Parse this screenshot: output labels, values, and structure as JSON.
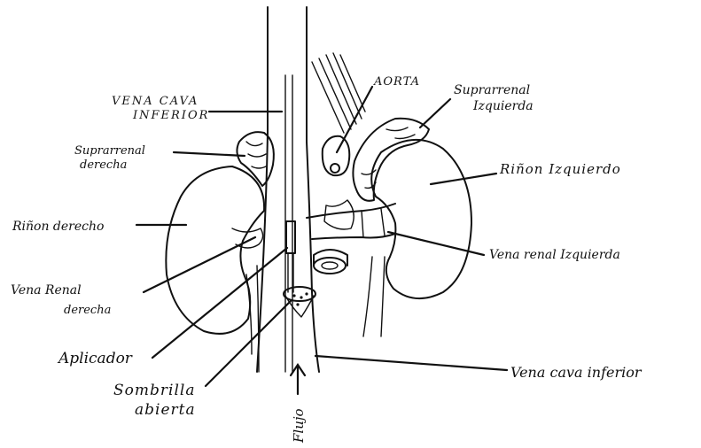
{
  "labels": {
    "vena_cava_inferior_top_line1": "VENA CAVA",
    "vena_cava_inferior_top_line2": "INFERIOR",
    "aorta": "AORTA",
    "suprarrenal_izquierda_line1": "Suprarrenal",
    "suprarrenal_izquierda_line2": "Izquierda",
    "suprarrenal_derecha_line1": "Suprarrenal",
    "suprarrenal_derecha_line2": "derecha",
    "rinon_izquierdo": "Riñon Izquierdo",
    "rinon_derecho": "Riñon derecho",
    "vena_renal_izquierda": "Vena renal Izquierda",
    "vena_renal_derecha_line1": "Vena Renal",
    "vena_renal_derecha_line2": "derecha",
    "aplicador": "Aplicador",
    "vena_cava_inferior_bottom": "Vena cava inferior",
    "sombrilla_line1": "Sombrilla",
    "sombrilla_line2": "abierta",
    "flujo": "Flujo"
  }
}
